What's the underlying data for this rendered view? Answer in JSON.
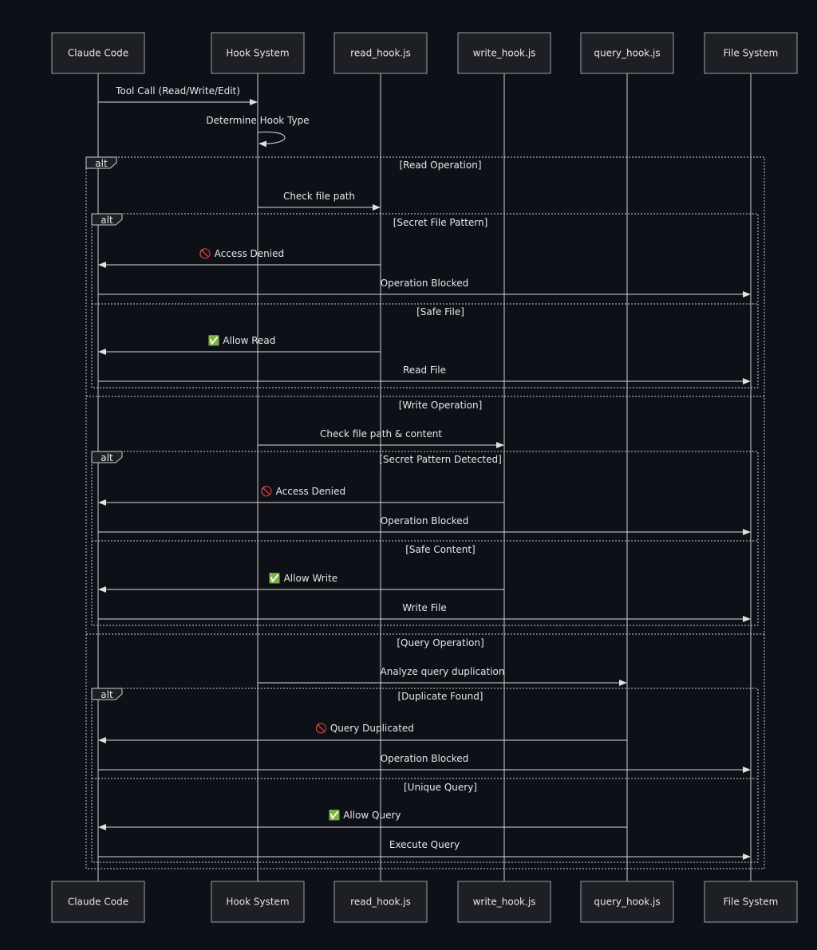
{
  "actors": [
    {
      "id": "claude",
      "label": "Claude Code"
    },
    {
      "id": "hook",
      "label": "Hook System"
    },
    {
      "id": "read",
      "label": "read_hook.js"
    },
    {
      "id": "write",
      "label": "write_hook.js"
    },
    {
      "id": "query",
      "label": "query_hook.js"
    },
    {
      "id": "fs",
      "label": "File System"
    }
  ],
  "messages": [
    {
      "from": "claude",
      "to": "hook",
      "text": "Tool Call (Read/Write/Edit)"
    },
    {
      "from": "hook",
      "to": "hook",
      "text": "Determine Hook Type"
    },
    {
      "from": "hook",
      "to": "read",
      "text": "Check file path"
    },
    {
      "from": "read",
      "to": "claude",
      "text": "🚫 Access Denied"
    },
    {
      "from": "claude",
      "to": "fs",
      "text": "Operation Blocked"
    },
    {
      "from": "read",
      "to": "claude",
      "text": "✅ Allow Read"
    },
    {
      "from": "claude",
      "to": "fs",
      "text": "Read File"
    },
    {
      "from": "hook",
      "to": "write",
      "text": "Check file path & content"
    },
    {
      "from": "write",
      "to": "claude",
      "text": "🚫 Access Denied"
    },
    {
      "from": "claude",
      "to": "fs",
      "text": "Operation Blocked"
    },
    {
      "from": "write",
      "to": "claude",
      "text": "✅ Allow Write"
    },
    {
      "from": "claude",
      "to": "fs",
      "text": "Write File"
    },
    {
      "from": "hook",
      "to": "query",
      "text": "Analyze query duplication"
    },
    {
      "from": "query",
      "to": "claude",
      "text": "🚫 Query Duplicated"
    },
    {
      "from": "claude",
      "to": "fs",
      "text": "Operation Blocked"
    },
    {
      "from": "query",
      "to": "claude",
      "text": "✅ Allow Query"
    },
    {
      "from": "claude",
      "to": "fs",
      "text": "Execute Query"
    }
  ],
  "frames": [
    {
      "tag": "alt",
      "conditions": [
        "[Read Operation]",
        "[Write Operation]",
        "[Query Operation]"
      ]
    },
    {
      "tag": "alt",
      "conditions": [
        "[Secret File Pattern]",
        "[Safe File]"
      ]
    },
    {
      "tag": "alt",
      "conditions": [
        "[Secret Pattern Detected]",
        "[Safe Content]"
      ]
    },
    {
      "tag": "alt",
      "conditions": [
        "[Duplicate Found]",
        "[Unique Query]"
      ]
    }
  ],
  "colors": {
    "background": "#0d1117",
    "line": "#cfcfcf",
    "text": "#e6e6e6",
    "box": "#1d1f24"
  }
}
